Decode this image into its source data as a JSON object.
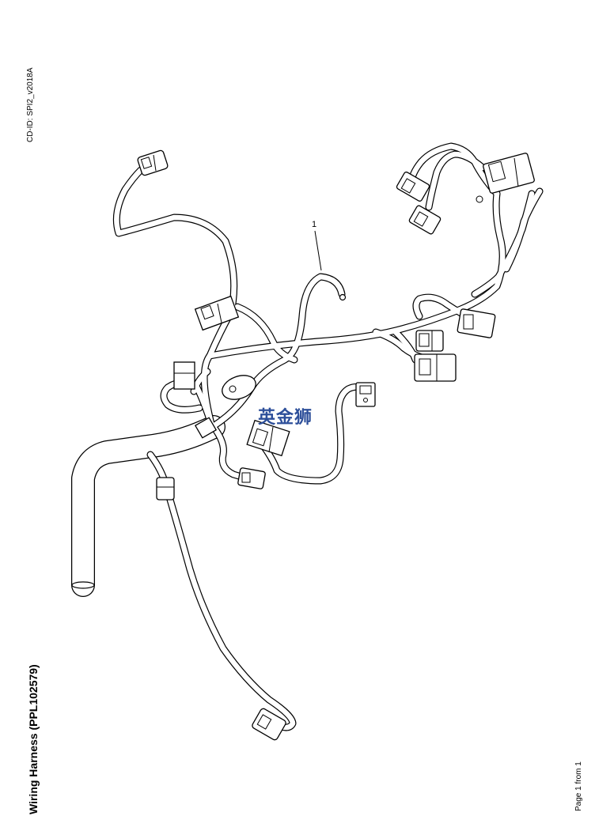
{
  "header": {
    "cd_id": "CD-ID: SPI2_v2018A"
  },
  "title": "Wiring Harness (PPL102579)",
  "footer": {
    "page": "Page 1 from 1"
  },
  "watermark": "英金狮",
  "callouts": [
    {
      "label": "1"
    }
  ]
}
